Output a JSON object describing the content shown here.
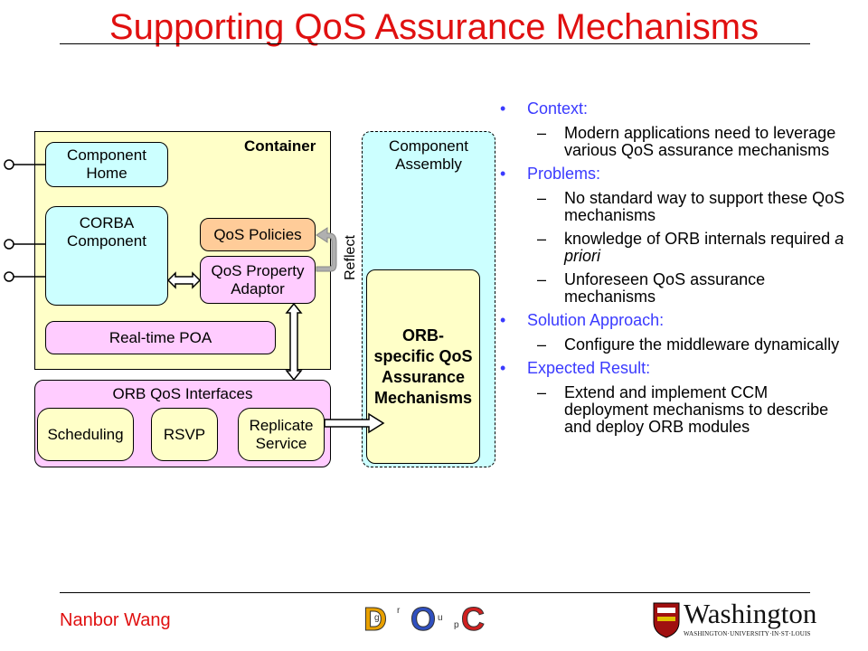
{
  "title": "Supporting QoS Assurance Mechanisms",
  "footer": {
    "author": "Nanbor Wang",
    "doc_logo_letters": [
      "D",
      "g",
      "r",
      "O",
      "u",
      "p",
      "C"
    ],
    "wu_logo_text": "Washington",
    "wu_logo_subtext": "WASHINGTON·UNIVERSITY·IN·ST·LOUIS"
  },
  "diagram": {
    "container_label": "Container",
    "component_home": "Component Home",
    "corba_component": "CORBA Component",
    "qos_policies": "QoS Policies",
    "qos_property_adaptor": "QoS Property Adaptor",
    "realtime_poa": "Real-time POA",
    "reflect_label": "Reflect",
    "component_assembly": "Component Assembly",
    "orb_specific": "ORB-specific QoS Assurance Mechanisms",
    "orb_qos_interfaces": "ORB QoS Interfaces",
    "scheduling": "Scheduling",
    "rsvp": "RSVP",
    "replicate_service": "Replicate Service",
    "colors": {
      "container_fill": "#ffffc8",
      "box_fill": "#ccffff",
      "policy_fill": "#ffcc99",
      "pink_fill": "#ffccff",
      "assembly_fill": "#ccffff"
    }
  },
  "bullets": [
    {
      "label": "Context:",
      "items": [
        "Modern applications need to leverage various QoS assurance mechanisms"
      ]
    },
    {
      "label": "Problems:",
      "items": [
        "No standard way to support these QoS mechanisms",
        "knowledge of ORB internals required",
        "Unforeseen QoS assurance mechanisms"
      ],
      "italic_suffix": "a priori"
    },
    {
      "label": "Solution Approach:",
      "items": [
        "Configure the middleware dynamically"
      ]
    },
    {
      "label": "Expected Result:",
      "items": [
        "Extend and implement CCM deployment mechanisms to describe and deploy ORB modules"
      ]
    }
  ]
}
